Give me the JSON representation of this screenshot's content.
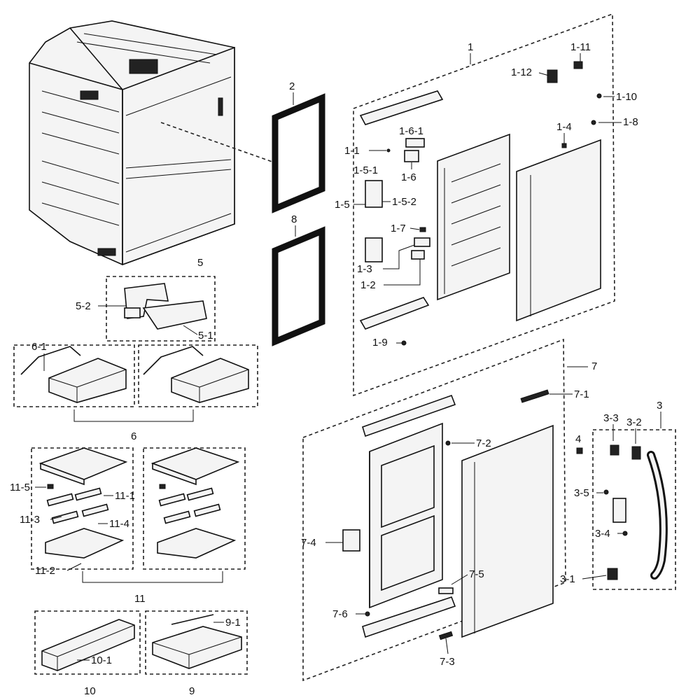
{
  "accent_color": "#111111",
  "labels": {
    "l1": "1",
    "l1_1": "1-1",
    "l1_2": "1-2",
    "l1_3": "1-3",
    "l1_4": "1-4",
    "l1_5": "1-5",
    "l1_5_1": "1-5-1",
    "l1_5_2": "1-5-2",
    "l1_6": "1-6",
    "l1_6_1": "1-6-1",
    "l1_7": "1-7",
    "l1_8": "1-8",
    "l1_9": "1-9",
    "l1_10": "1-10",
    "l1_11": "1-11",
    "l1_12": "1-12",
    "l2": "2",
    "l3": "3",
    "l3_1": "3-1",
    "l3_2": "3-2",
    "l3_3": "3-3",
    "l3_4": "3-4",
    "l3_5": "3-5",
    "l4": "4",
    "l5": "5",
    "l5_1": "5-1",
    "l5_2": "5-2",
    "l6": "6",
    "l6_1": "6-1",
    "l7": "7",
    "l7_1": "7-1",
    "l7_2": "7-2",
    "l7_3": "7-3",
    "l7_4": "7-4",
    "l7_5": "7-5",
    "l7_6": "7-6",
    "l8": "8",
    "l9": "9",
    "l9_1": "9-1",
    "l10": "10",
    "l10_1": "10-1",
    "l11": "11",
    "l11_1": "11-1",
    "l11_2": "11-2",
    "l11_3": "11-3",
    "l11_4": "11-4",
    "l11_5": "11-5"
  }
}
